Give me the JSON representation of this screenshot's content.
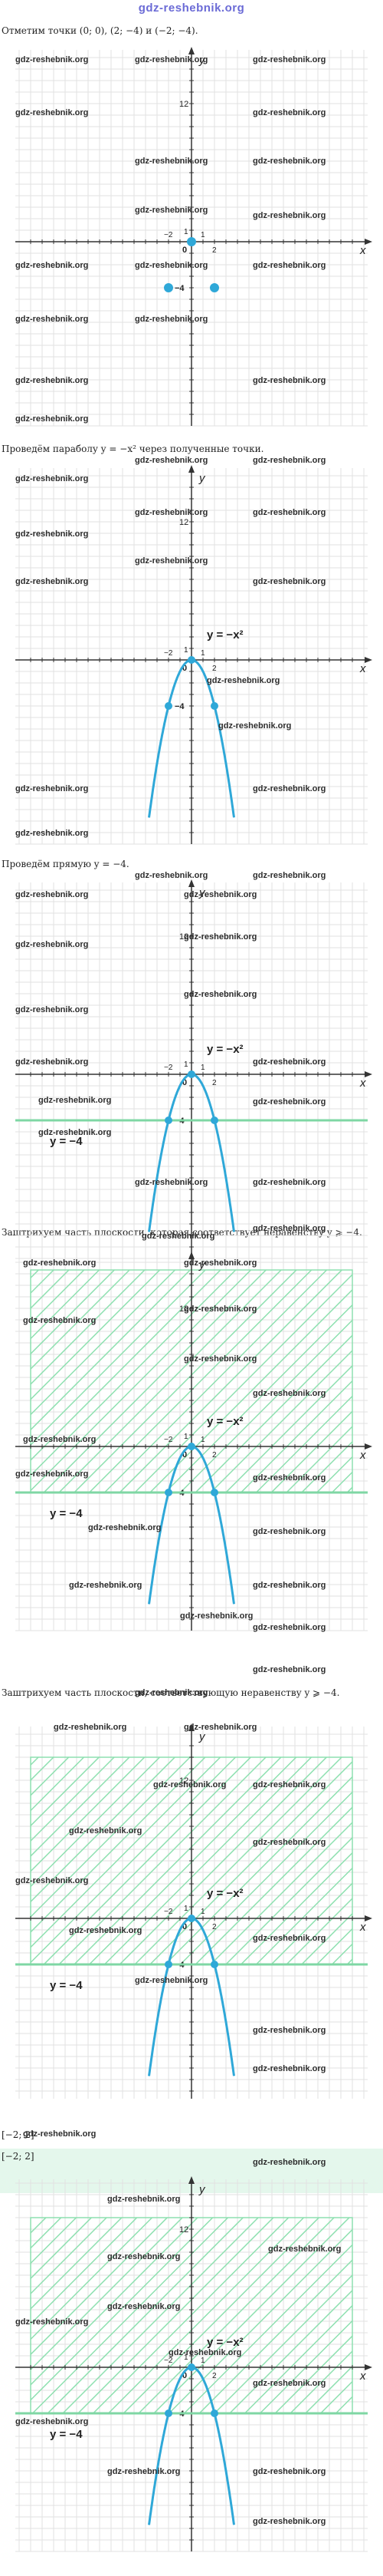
{
  "header": {
    "site_logo": "gdz-reshebnik.org"
  },
  "watermark": "gdz-reshebnik.org",
  "steps": [
    {
      "caption": "Отметим точки (0; 0), (2; −4) и (−2; −4)."
    },
    {
      "caption": "Проведём параболу y = −x² через полученные точки."
    },
    {
      "caption": "Проведём прямую y = −4."
    },
    {
      "caption": "Заштрихуем часть плоскости, которая соответствует неравенству y ⩾ −4."
    },
    {
      "caption": "Заштрихуем часть плоскости, соответствующую неравенству y ⩾ −4."
    }
  ],
  "graph_labels": {
    "x_axis": "x",
    "y_axis": "y",
    "tick_12": "12",
    "tick_1_y": "1",
    "tick_minus4": "−4",
    "tick_minus2": "−2",
    "tick_0": "0",
    "tick_1_x": "1",
    "tick_2": "2",
    "parabola_label": "y = −x²",
    "line_label": "y = −4"
  },
  "answer": {
    "line1": "[−2; 2]",
    "line2": "[−2; 2]"
  },
  "colors": {
    "curve": "#2fa8d8",
    "line": "#7fd7a4",
    "hatch": "#8ee0b0",
    "grid": "#e2e2e2",
    "axis": "#333333"
  }
}
